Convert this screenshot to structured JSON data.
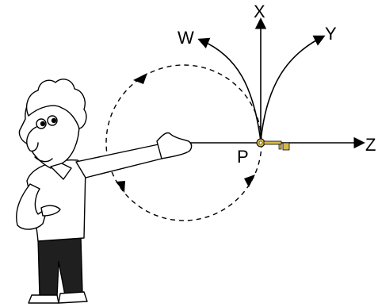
{
  "labels": {
    "x": "X",
    "y": "Y",
    "w": "W",
    "z": "Z",
    "p": "P"
  },
  "colors": {
    "ink": "#000000",
    "key": "#d8b84a",
    "skin": "#ffffff",
    "pants": "#1f1f1f"
  },
  "icons": {
    "key": "key-icon",
    "person": "cartoon-man"
  }
}
